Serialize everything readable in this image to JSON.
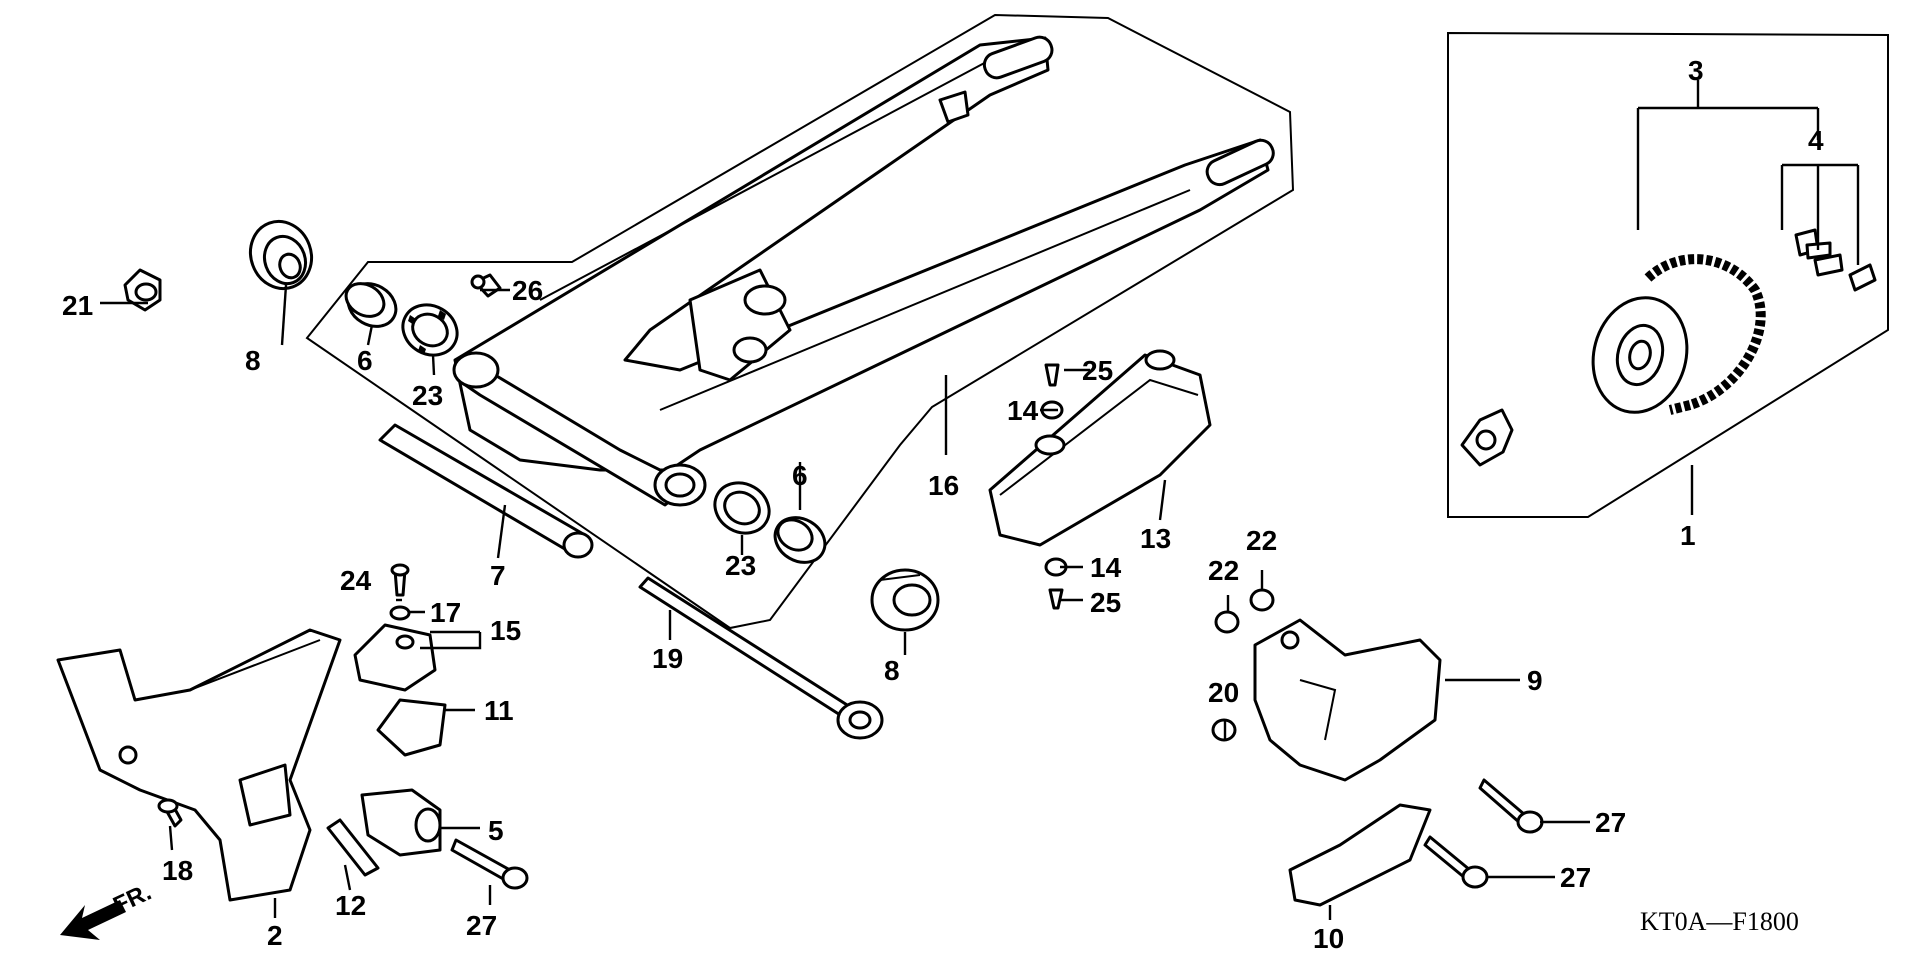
{
  "diagram": {
    "code": "KT0A—F1800",
    "front_label": "FR.",
    "callouts": [
      {
        "id": "c1",
        "text": "1"
      },
      {
        "id": "c2",
        "text": "2"
      },
      {
        "id": "c3",
        "text": "3"
      },
      {
        "id": "c4",
        "text": "4"
      },
      {
        "id": "c5",
        "text": "5"
      },
      {
        "id": "c6a",
        "text": "6"
      },
      {
        "id": "c6b",
        "text": "6"
      },
      {
        "id": "c7",
        "text": "7"
      },
      {
        "id": "c8a",
        "text": "8"
      },
      {
        "id": "c8b",
        "text": "8"
      },
      {
        "id": "c9",
        "text": "9"
      },
      {
        "id": "c10",
        "text": "10"
      },
      {
        "id": "c11",
        "text": "11"
      },
      {
        "id": "c12",
        "text": "12"
      },
      {
        "id": "c13",
        "text": "13"
      },
      {
        "id": "c14a",
        "text": "14"
      },
      {
        "id": "c14b",
        "text": "14"
      },
      {
        "id": "c15",
        "text": "15"
      },
      {
        "id": "c16",
        "text": "16"
      },
      {
        "id": "c17",
        "text": "17"
      },
      {
        "id": "c18",
        "text": "18"
      },
      {
        "id": "c19",
        "text": "19"
      },
      {
        "id": "c20",
        "text": "20"
      },
      {
        "id": "c21",
        "text": "21"
      },
      {
        "id": "c22a",
        "text": "22"
      },
      {
        "id": "c22b",
        "text": "22"
      },
      {
        "id": "c23a",
        "text": "23"
      },
      {
        "id": "c23b",
        "text": "23"
      },
      {
        "id": "c24",
        "text": "24"
      },
      {
        "id": "c25a",
        "text": "25"
      },
      {
        "id": "c25b",
        "text": "25"
      },
      {
        "id": "c26",
        "text": "26"
      },
      {
        "id": "c27a",
        "text": "27"
      },
      {
        "id": "c27b",
        "text": "27"
      },
      {
        "id": "c27c",
        "text": "27"
      }
    ]
  }
}
